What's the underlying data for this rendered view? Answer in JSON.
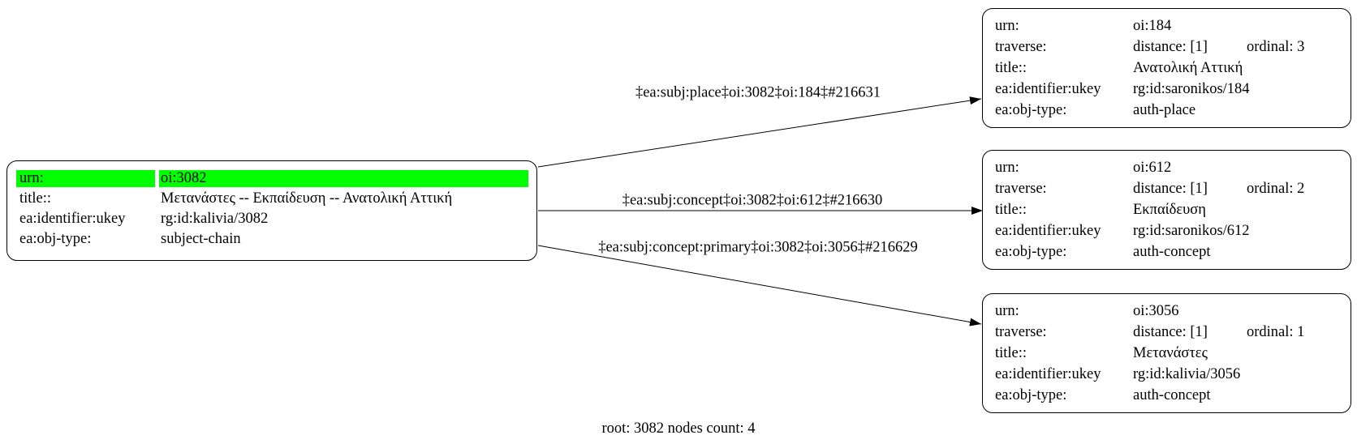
{
  "caption": "root: 3082 nodes count: 4",
  "colors": {
    "highlight": "#00ff00",
    "node_border": "#000000",
    "background": "#ffffff"
  },
  "field_labels": {
    "urn": "urn:",
    "traverse": "traverse:",
    "title": "title::",
    "ukey": "ea:identifier:ukey",
    "obj_type": "ea:obj-type:"
  },
  "root_node": {
    "rows": [
      {
        "label": "urn:",
        "value": "oi:3082",
        "highlighted": true
      },
      {
        "label": "title::",
        "value": "Μετανάστες -- Εκπαίδευση -- Ανατολική Αττική",
        "highlighted": false
      },
      {
        "label": "ea:identifier:ukey",
        "value": "rg:id:kalivia/3082",
        "highlighted": false
      },
      {
        "label": "ea:obj-type:",
        "value": "subject-chain",
        "highlighted": false
      }
    ]
  },
  "nodes": [
    {
      "urn": "oi:184",
      "distance": "distance: [1]",
      "ordinal": "ordinal: 3",
      "title": "Ανατολική Αττική",
      "ukey": "rg:id:saronikos/184",
      "obj_type": "auth-place"
    },
    {
      "urn": "oi:612",
      "distance": "distance: [1]",
      "ordinal": "ordinal: 2",
      "title": "Εκπαίδευση",
      "ukey": "rg:id:saronikos/612",
      "obj_type": "auth-concept"
    },
    {
      "urn": "oi:3056",
      "distance": "distance: [1]",
      "ordinal": "ordinal: 1",
      "title": "Μετανάστες",
      "ukey": "rg:id:kalivia/3056",
      "obj_type": "auth-concept"
    }
  ],
  "edges": [
    {
      "label": "‡ea:subj:place‡oi:3082‡oi:184‡#216631"
    },
    {
      "label": "‡ea:subj:concept‡oi:3082‡oi:612‡#216630"
    },
    {
      "label": "‡ea:subj:concept:primary‡oi:3082‡oi:3056‡#216629"
    }
  ]
}
